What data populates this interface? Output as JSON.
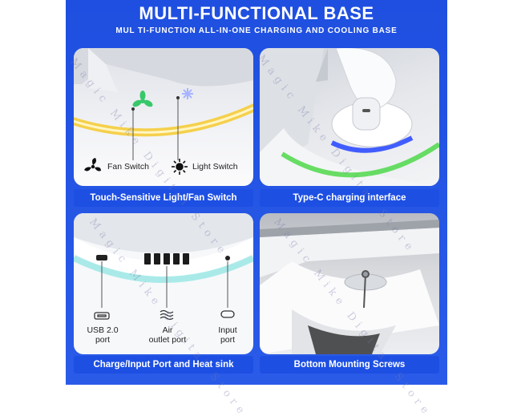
{
  "header": {
    "title": "MULTI-FUNCTIONAL BASE",
    "subtitle": "MUL TI-FUNCTION ALL-IN-ONE CHARGING AND COOLING BASE"
  },
  "panels": {
    "top_left": {
      "caption": "Touch-Sensitive Light/Fan Switch",
      "labels": {
        "fan": "Fan Switch",
        "light": "Light Switch"
      }
    },
    "top_right": {
      "caption": "Type-C charging interface"
    },
    "bottom_left": {
      "caption": "Charge/Input Port and Heat sink",
      "labels": {
        "usb": "USB 2.0\nport",
        "air": "Air\noutlet port",
        "input": "Input\nport"
      }
    },
    "bottom_right": {
      "caption": "Bottom Mounting Screws"
    }
  },
  "watermark": "Magic Mike Digital Store",
  "colors": {
    "banner": "#2a5be8",
    "caption_bg": "#1d4fe3",
    "yellow_glow": "#f5cc3a",
    "rgb_blue": "#2f4dff",
    "rgb_green": "#4ed84a",
    "cyan_glow": "#8fe6e3",
    "fan_green": "#38c86a"
  }
}
